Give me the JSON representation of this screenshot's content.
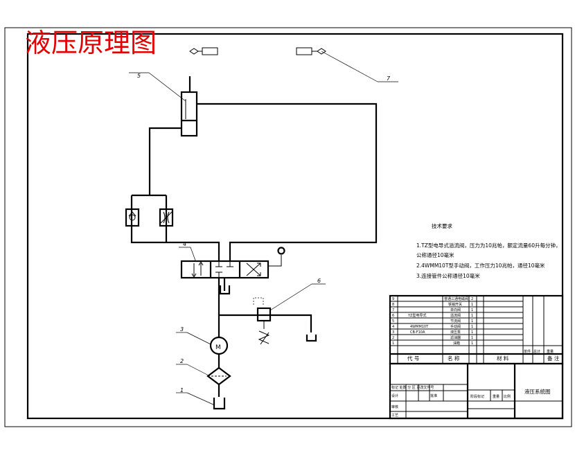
{
  "title": "液压原理图",
  "part_labels": [
    "1",
    "2",
    "3",
    "4",
    "5",
    "6",
    "7"
  ],
  "motor_symbol": "M",
  "tech_requirements": {
    "heading": "技术要求",
    "lines": [
      "1.TZ型电导式溢流阀，压力为10兆帕，额定流量60升每分钟，",
      "公称通径10毫米",
      "2.4WMM10T型手动阀，工作压力10兆帕，通径10毫米",
      "3.连接管件公称通径10毫米"
    ]
  },
  "bom": {
    "row_numbers": [
      "9",
      "8",
      "7",
      "6",
      "5",
      "4",
      "3",
      "2",
      "1"
    ],
    "codes": [
      "",
      "",
      "",
      "YZ型电导式",
      "",
      "4WMM10T",
      "CB-F10A",
      "",
      ""
    ],
    "names": [
      "普通三通电磁阀",
      "铁销开关",
      "单向阀",
      "溢流阀",
      "节流阀",
      "手动阀",
      "液压泵",
      "滤油器",
      "油箱"
    ],
    "qty": [
      "2",
      "1",
      "1",
      "1",
      "1",
      "1",
      "1",
      "1",
      "1"
    ],
    "header": {
      "no": "",
      "code": "代 号",
      "name": "名 称",
      "qty": "",
      "material": "材 料",
      "unit_weight": "单件",
      "total_weight": "总计",
      "weight_col": "重量",
      "remark": "备 注"
    }
  },
  "title_block": {
    "drawing_name": "液压系统图",
    "left_rows": [
      "标记 处数 分 区 更改文件号",
      "设计",
      "审核",
      "工艺"
    ],
    "stage_label": "阶段标记",
    "weight_label": "重量",
    "scale_label": "比例",
    "date_label": "批准"
  }
}
